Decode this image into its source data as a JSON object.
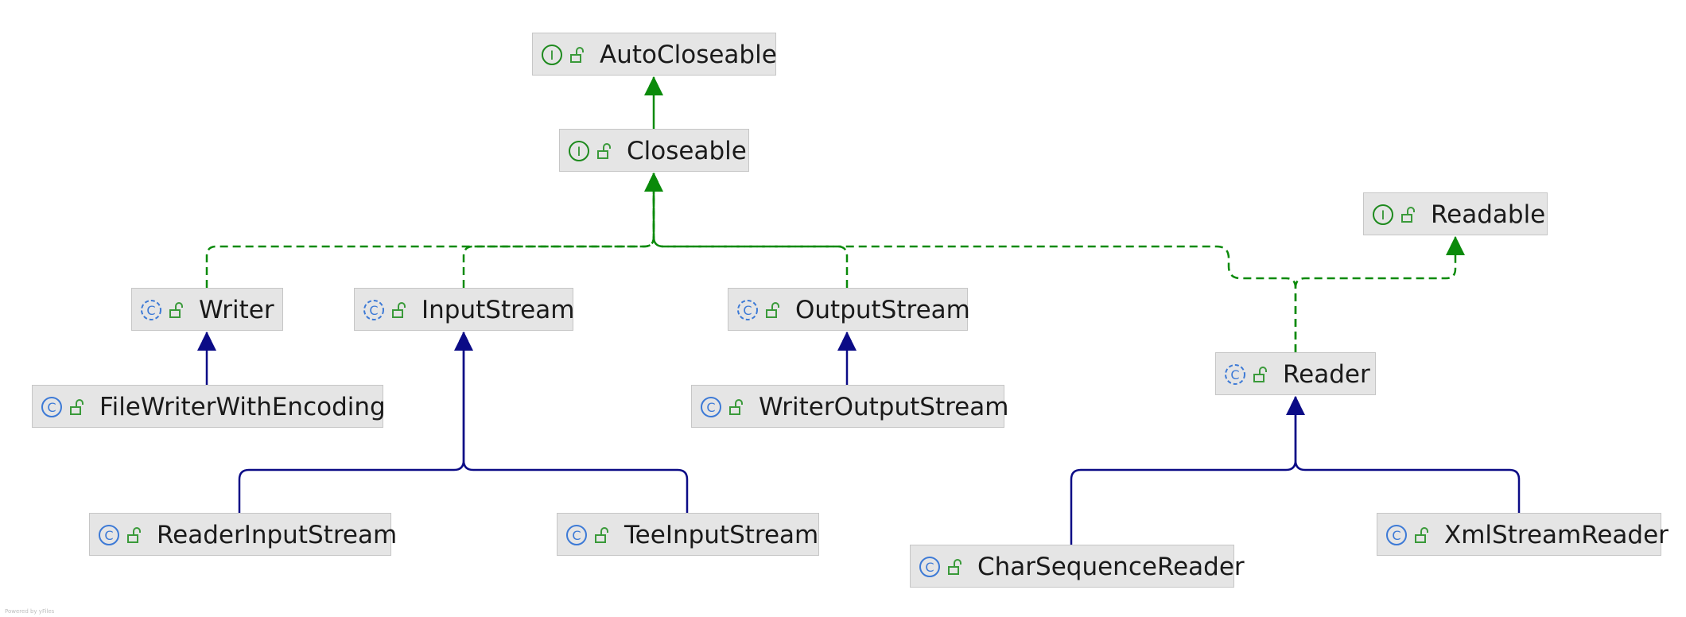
{
  "colors": {
    "implements_edge": "#0a8a0a",
    "extends_edge": "#0b0b86",
    "node_fill": "#e5e5e5",
    "interface_icon": "#1e8a1e",
    "class_icon": "#3d7ad6",
    "access_icon": "#3a9a3a"
  },
  "nodes": [
    {
      "id": "autocloseable",
      "label": "AutoCloseable",
      "kind": "interface",
      "icon": "interface-icon"
    },
    {
      "id": "closeable",
      "label": "Closeable",
      "kind": "interface",
      "icon": "interface-icon"
    },
    {
      "id": "readable",
      "label": "Readable",
      "kind": "interface",
      "icon": "interface-icon"
    },
    {
      "id": "writer",
      "label": "Writer",
      "kind": "abstract-class",
      "icon": "abstract-class-icon"
    },
    {
      "id": "inputstream",
      "label": "InputStream",
      "kind": "abstract-class",
      "icon": "abstract-class-icon"
    },
    {
      "id": "outputstream",
      "label": "OutputStream",
      "kind": "abstract-class",
      "icon": "abstract-class-icon"
    },
    {
      "id": "reader",
      "label": "Reader",
      "kind": "abstract-class",
      "icon": "abstract-class-icon"
    },
    {
      "id": "filewriterwithencoding",
      "label": "FileWriterWithEncoding",
      "kind": "class",
      "icon": "class-icon"
    },
    {
      "id": "writeroutputstream",
      "label": "WriterOutputStream",
      "kind": "class",
      "icon": "class-icon"
    },
    {
      "id": "readerinputstream",
      "label": "ReaderInputStream",
      "kind": "class",
      "icon": "class-icon"
    },
    {
      "id": "teeinputstream",
      "label": "TeeInputStream",
      "kind": "class",
      "icon": "class-icon"
    },
    {
      "id": "charsequencereader",
      "label": "CharSequenceReader",
      "kind": "class",
      "icon": "class-icon"
    },
    {
      "id": "xmlstreamreader",
      "label": "XmlStreamReader",
      "kind": "class",
      "icon": "class-icon"
    }
  ],
  "edges": [
    {
      "from": "closeable",
      "to": "autocloseable",
      "type": "extends-interface"
    },
    {
      "from": "writer",
      "to": "closeable",
      "type": "implements"
    },
    {
      "from": "inputstream",
      "to": "closeable",
      "type": "implements"
    },
    {
      "from": "outputstream",
      "to": "closeable",
      "type": "implements"
    },
    {
      "from": "reader",
      "to": "closeable",
      "type": "implements"
    },
    {
      "from": "reader",
      "to": "readable",
      "type": "implements"
    },
    {
      "from": "filewriterwithencoding",
      "to": "writer",
      "type": "extends"
    },
    {
      "from": "writeroutputstream",
      "to": "outputstream",
      "type": "extends"
    },
    {
      "from": "readerinputstream",
      "to": "inputstream",
      "type": "extends"
    },
    {
      "from": "teeinputstream",
      "to": "inputstream",
      "type": "extends"
    },
    {
      "from": "charsequencereader",
      "to": "reader",
      "type": "extends"
    },
    {
      "from": "xmlstreamreader",
      "to": "reader",
      "type": "extends"
    }
  ],
  "watermark": "Powered by yFiles"
}
